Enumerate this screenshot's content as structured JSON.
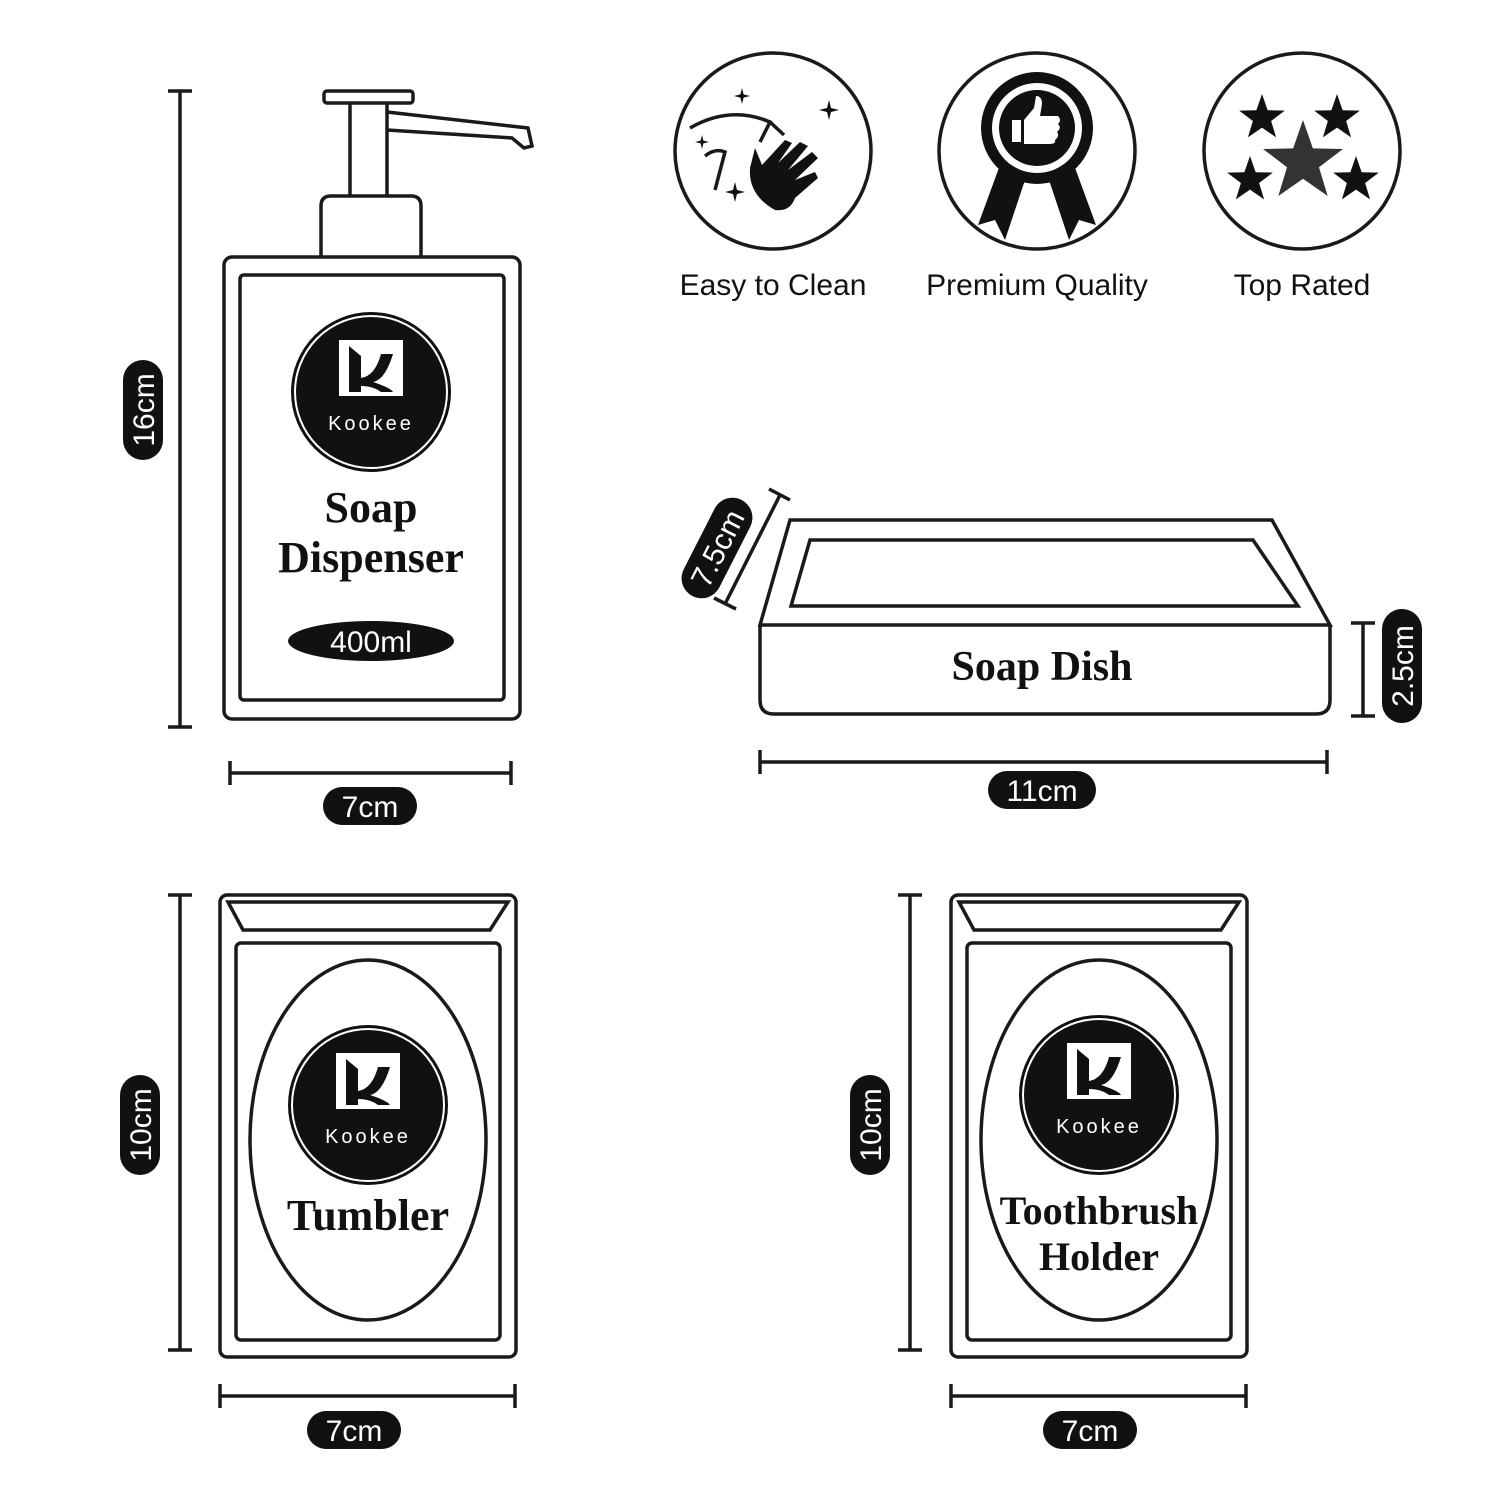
{
  "brand": {
    "logo_text": "Kookee"
  },
  "features": [
    {
      "label": "Easy to Clean",
      "icon": "hand-wiping-icon"
    },
    {
      "label": "Premium Quality",
      "icon": "thumbs-up-badge-icon"
    },
    {
      "label": "Top Rated",
      "icon": "stars-icon"
    }
  ],
  "products": {
    "soap_dispenser": {
      "name_line1": "Soap",
      "name_line2": "Dispenser",
      "capacity": "400ml",
      "height": "16cm",
      "width": "7cm"
    },
    "soap_dish": {
      "name": "Soap Dish",
      "depth": "7.5cm",
      "height": "2.5cm",
      "width": "11cm"
    },
    "tumbler": {
      "name": "Tumbler",
      "height": "10cm",
      "width": "7cm"
    },
    "toothbrush_holder": {
      "name_line1": "Toothbrush",
      "name_line2": "Holder",
      "height": "10cm",
      "width": "7cm"
    }
  },
  "colors": {
    "ink": "#1a1a1a",
    "background": "#ffffff"
  }
}
